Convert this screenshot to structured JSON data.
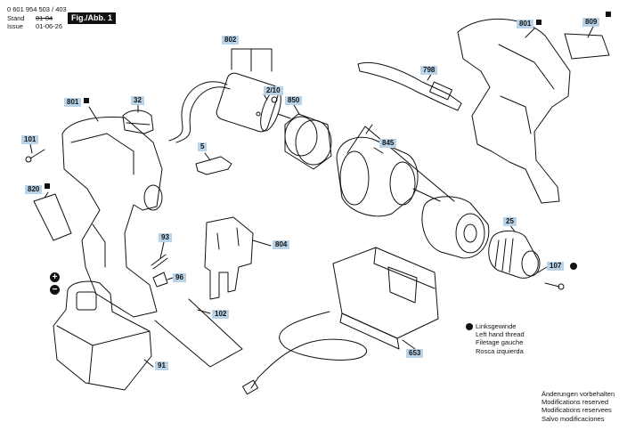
{
  "header": {
    "doc_number": "0 601 954 503 / 403",
    "stand_label": "Stand",
    "stand_value": "01-04",
    "issue_label": "Issue",
    "issue_value": "01-06-26",
    "figure_label": "Fig./Abb. 1"
  },
  "callouts": {
    "c802": "802",
    "c2_10": "2/10",
    "c850": "850",
    "c845": "845",
    "c801_left": "801",
    "c801_right": "801",
    "c809": "809",
    "c798": "798",
    "c32": "32",
    "c101": "101",
    "c820": "820",
    "c5": "5",
    "c93": "93",
    "c96": "96",
    "c804": "804",
    "c102": "102",
    "c91": "91",
    "c653": "653",
    "c25": "25",
    "c107": "107"
  },
  "legend": {
    "lines": [
      "Linksgewinde",
      "Left hand thread",
      "Filetage gauche",
      "Rosca izquierda"
    ]
  },
  "notes": {
    "lines": [
      "Änderungen vorbehalten",
      "Modifications reserved",
      "Modifications reservees",
      "Salvo modificaciones"
    ]
  },
  "terminals": {
    "plus": "+",
    "minus": "−"
  }
}
